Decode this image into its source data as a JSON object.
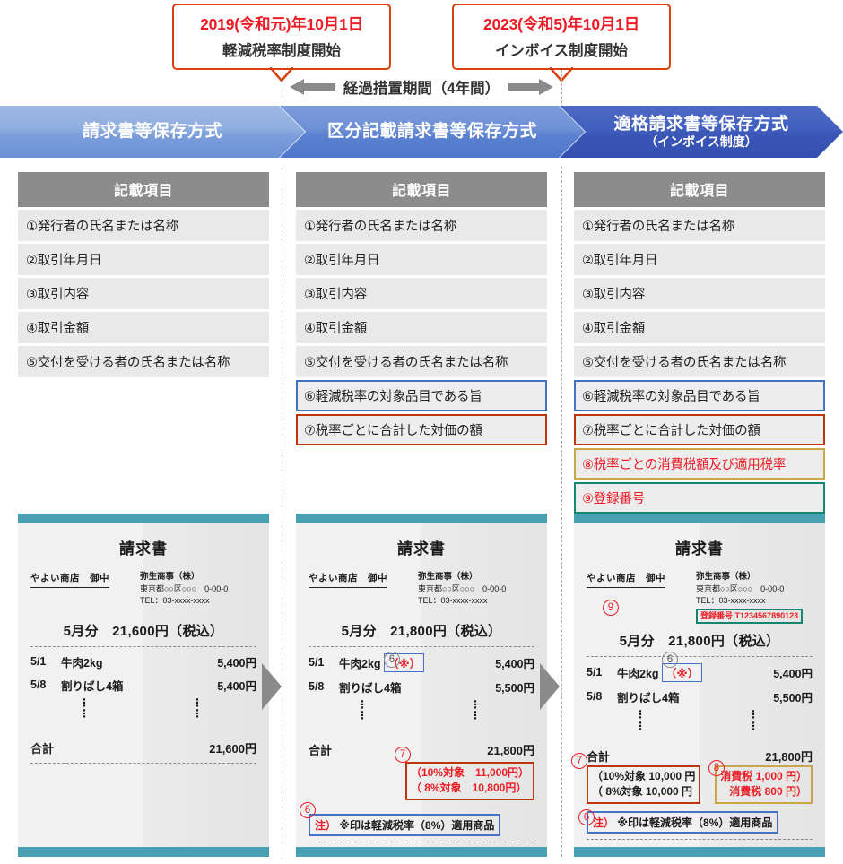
{
  "callouts": [
    {
      "date": "2019(令和元)年10月1日",
      "subtitle": "軽減税率制度開始"
    },
    {
      "date": "2023(令和5)年10月1日",
      "subtitle": "インボイス制度開始"
    }
  ],
  "transition": {
    "label": "経過措置期間（4年間）"
  },
  "banners": [
    {
      "title": "請求書等保存方式",
      "subtitle": ""
    },
    {
      "title": "区分記載請求書等保存方式",
      "subtitle": ""
    },
    {
      "title": "適格請求書等保存方式",
      "subtitle": "（インボイス制度）"
    }
  ],
  "columns": [
    {
      "header": "記載項目",
      "items": [
        {
          "text": "①発行者の氏名または名称",
          "style": "plain"
        },
        {
          "text": "②取引年月日",
          "style": "plain"
        },
        {
          "text": "③取引内容",
          "style": "plain"
        },
        {
          "text": "④取引金額",
          "style": "plain"
        },
        {
          "text": "⑤交付を受ける者の氏名または名称",
          "style": "plain"
        }
      ]
    },
    {
      "header": "記載項目",
      "items": [
        {
          "text": "①発行者の氏名または名称",
          "style": "plain"
        },
        {
          "text": "②取引年月日",
          "style": "plain"
        },
        {
          "text": "③取引内容",
          "style": "plain"
        },
        {
          "text": "④取引金額",
          "style": "plain"
        },
        {
          "text": "⑤交付を受ける者の氏名または名称",
          "style": "plain"
        },
        {
          "text": "⑥軽減税率の対象品目である旨",
          "style": "blue"
        },
        {
          "text": "⑦税率ごとに合計した対価の額",
          "style": "red"
        }
      ]
    },
    {
      "header": "記載項目",
      "items": [
        {
          "text": "①発行者の氏名または名称",
          "style": "plain"
        },
        {
          "text": "②取引年月日",
          "style": "plain"
        },
        {
          "text": "③取引内容",
          "style": "plain"
        },
        {
          "text": "④取引金額",
          "style": "plain"
        },
        {
          "text": "⑤交付を受ける者の氏名または名称",
          "style": "plain"
        },
        {
          "text": "⑥軽減税率の対象品目である旨",
          "style": "blue"
        },
        {
          "text": "⑦税率ごとに合計した対価の額",
          "style": "red"
        },
        {
          "text": "⑧税率ごとの消費税額及び適用税率",
          "style": "gold"
        },
        {
          "text": "⑨登録番号",
          "style": "green"
        }
      ]
    }
  ],
  "invoices": [
    {
      "title": "請求書",
      "to": "やよい商店　御中",
      "from_name": "弥生商事（株）",
      "from_addr": "東京都○○区○○○　0-00-0",
      "from_tel": "TEL：03-xxxx-xxxx",
      "registration_label": "",
      "registration_no": "",
      "summary": "5月分　21,600円（税込）",
      "lines": [
        {
          "date": "5/1",
          "name": "牛肉2kg",
          "mark": "",
          "amount": "5,400円"
        },
        {
          "date": "5/8",
          "name": "割りばし4箱",
          "mark": "",
          "amount": "5,400円"
        }
      ],
      "total_label": "合計",
      "total_value": "21,600円",
      "breakdown": [],
      "tax_breakdown": [],
      "note": ""
    },
    {
      "title": "請求書",
      "to": "やよい商店　御中",
      "from_name": "弥生商事（株）",
      "from_addr": "東京都○○区○○○　0-00-0",
      "from_tel": "TEL：03-xxxx-xxxx",
      "registration_label": "",
      "registration_no": "",
      "summary": "5月分　21,800円（税込）",
      "lines": [
        {
          "date": "5/1",
          "name": "牛肉2kg",
          "mark": "（※）",
          "amount": "5,400円"
        },
        {
          "date": "5/8",
          "name": "割りばし4箱",
          "mark": "",
          "amount": "5,500円"
        }
      ],
      "total_label": "合計",
      "total_value": "21,800円",
      "breakdown": [
        "（10%対象　11,000円）",
        "（ 8%対象　10,800円）"
      ],
      "tax_breakdown": [],
      "note_prefix": "注）",
      "note": "※印は軽減税率（8%）適用商品"
    },
    {
      "title": "請求書",
      "to": "やよい商店　御中",
      "from_name": "弥生商事（株）",
      "from_addr": "東京都○○区○○○　0-00-0",
      "from_tel": "TEL：03-xxxx-xxxx",
      "registration_label": "登録番号",
      "registration_no": "T1234567890123",
      "summary": "5月分　21,800円（税込）",
      "lines": [
        {
          "date": "5/1",
          "name": "牛肉2kg",
          "mark": "（※）",
          "amount": "5,400円"
        },
        {
          "date": "5/8",
          "name": "割りばし4箱",
          "mark": "",
          "amount": "5,500円"
        }
      ],
      "total_label": "合計",
      "total_value": "21,800円",
      "breakdown": [
        "（10%対象 10,000 円",
        "（ 8%対象 10,000 円"
      ],
      "tax_breakdown": [
        "消費税 1,000 円）",
        "消費税 800 円）"
      ],
      "note_prefix": "注）",
      "note": "※印は軽減税率（8%）適用商品"
    }
  ],
  "annotations": {
    "n6": "⑥",
    "n7": "⑦",
    "n8": "⑧",
    "n9": "⑨",
    "marker6": "6",
    "marker7": "7",
    "marker8": "8",
    "marker9": "9"
  },
  "colors": {
    "callout_border": "#D9400B",
    "callout_date": "#ED1C24",
    "banner1": "#8FAEDF",
    "banner2": "#5C82D0",
    "banner3": "#3B56B6",
    "item_header": "#8C8C8C",
    "item_row": "#E9E9E9",
    "hl_blue": "#4472C4",
    "hl_red": "#C0360C",
    "hl_gold": "#C9A747",
    "hl_green": "#13866E",
    "invoice_band": "#49A0B0",
    "arrow_gray": "#8A8A8A"
  }
}
